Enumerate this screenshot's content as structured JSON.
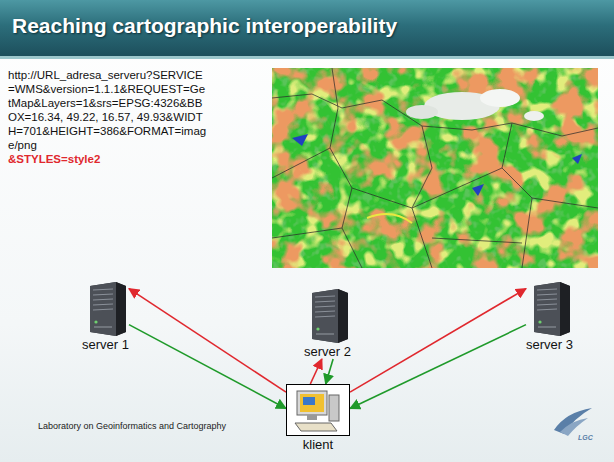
{
  "diagram": {
    "title": "Reaching cartographic interoperability",
    "nodes": [
      {
        "text": [
          "server 1"
        ]
      },
      {
        "text": [
          "server 2"
        ]
      },
      {
        "text": [
          "server 3"
        ]
      },
      {
        "text": [
          "klient"
        ]
      }
    ],
    "edges": [
      {
        "from": 3,
        "to": 0,
        "arrow": "to"
      },
      {
        "from": 0,
        "to": 3,
        "arrow": "to"
      },
      {
        "from": 3,
        "to": 1,
        "arrow": "to"
      },
      {
        "from": 1,
        "to": 3,
        "arrow": "to"
      },
      {
        "from": 3,
        "to": 2,
        "arrow": "to"
      },
      {
        "from": 2,
        "to": 3,
        "arrow": "to"
      }
    ],
    "labels": [
      "http://URL_adresa_serveru?SERVICE=WMS&version=1.1.1&REQUEST=GetMap&Layers=1&srs=EPSG:4326&BBOX=16.34, 49.22, 16.57, 49.93&WIDTH=701&HEIGHT=386&FORMAT=image/png",
      "&STYLES=style2",
      "Laboratory on Geoinformatics and Cartography",
      "LGC"
    ]
  }
}
